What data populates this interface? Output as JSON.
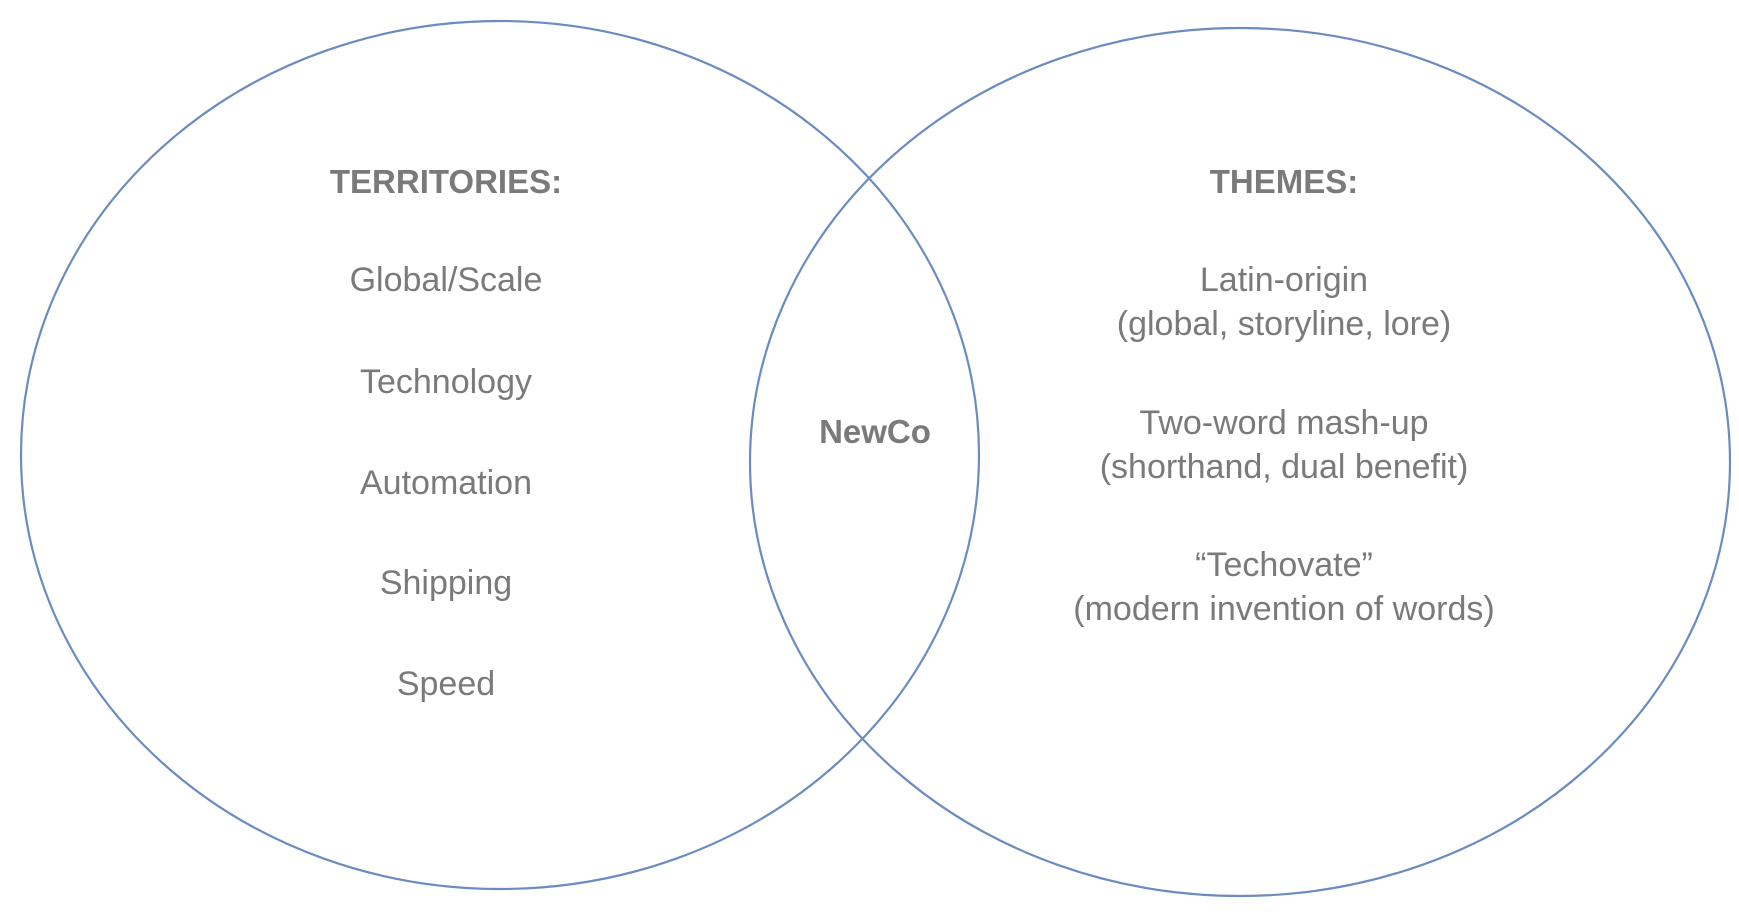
{
  "diagram": {
    "stroke_color": "#6b8cc0",
    "text_color": "#7a7a7a",
    "left_set": {
      "heading": "TERRITORIES:",
      "items": [
        "Global/Scale",
        "Technology",
        "Automation",
        "Shipping",
        "Speed"
      ]
    },
    "right_set": {
      "heading": "THEMES:",
      "items": [
        {
          "line1": "Latin-origin",
          "line2": "(global, storyline, lore)"
        },
        {
          "line1": "Two-word mash-up",
          "line2": "(shorthand, dual benefit)"
        },
        {
          "line1": "“Techovate”",
          "line2": "(modern invention of words)"
        }
      ]
    },
    "intersection": {
      "label": "NewCo"
    }
  }
}
